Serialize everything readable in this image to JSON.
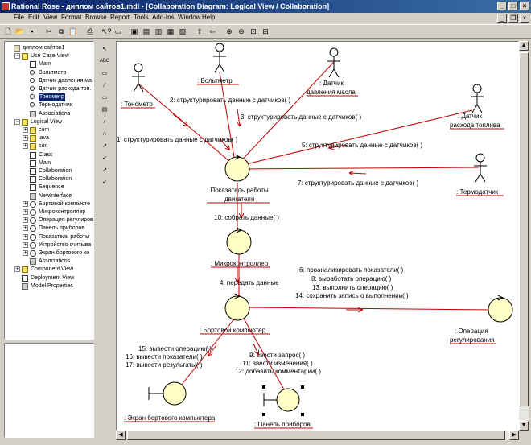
{
  "window": {
    "title": "Rational Rose - диплом сайтов1.mdl - [Collaboration Diagram: Logical View / Collaboration]"
  },
  "menu": [
    "File",
    "Edit",
    "View",
    "Format",
    "Browse",
    "Report",
    "Tools",
    "Add-Ins",
    "Window",
    "Help"
  ],
  "palette": {
    "text_tool": "ABC"
  },
  "tree": [
    {
      "label": "диплом сайтов1",
      "icon": "model",
      "indent": 0,
      "exp": ""
    },
    {
      "label": "Use Case View",
      "icon": "folder",
      "indent": 1,
      "exp": "-"
    },
    {
      "label": "Main",
      "icon": "diagram",
      "indent": 2,
      "exp": ""
    },
    {
      "label": "Вольтметр",
      "icon": "actor",
      "indent": 2,
      "exp": ""
    },
    {
      "label": "Датчик давления ма",
      "icon": "actor",
      "indent": 2,
      "exp": ""
    },
    {
      "label": "Датчик расхода топ.",
      "icon": "actor",
      "indent": 2,
      "exp": ""
    },
    {
      "label": "Тонометр",
      "icon": "actor",
      "indent": 2,
      "exp": "",
      "selected": true
    },
    {
      "label": "Термодатчик",
      "icon": "actor",
      "indent": 2,
      "exp": ""
    },
    {
      "label": "Associations",
      "icon": "misc",
      "indent": 2,
      "exp": ""
    },
    {
      "label": "Logical View",
      "icon": "folder",
      "indent": 1,
      "exp": "-"
    },
    {
      "label": "com",
      "icon": "folder",
      "indent": 2,
      "exp": "+"
    },
    {
      "label": "java",
      "icon": "folder",
      "indent": 2,
      "exp": "+"
    },
    {
      "label": "sun",
      "icon": "folder",
      "indent": 2,
      "exp": "+"
    },
    {
      "label": "Class",
      "icon": "diagram",
      "indent": 2,
      "exp": ""
    },
    {
      "label": "Main",
      "icon": "diagram",
      "indent": 2,
      "exp": ""
    },
    {
      "label": "Collaboration",
      "icon": "diagram",
      "indent": 2,
      "exp": ""
    },
    {
      "label": "Collaboration",
      "icon": "diagram",
      "indent": 2,
      "exp": ""
    },
    {
      "label": "Sequence",
      "icon": "diagram",
      "indent": 2,
      "exp": ""
    },
    {
      "label": "NewInterface",
      "icon": "misc",
      "indent": 2,
      "exp": ""
    },
    {
      "label": "Бортовой компьюте",
      "icon": "circle",
      "indent": 2,
      "exp": "+"
    },
    {
      "label": "Микроконтроллер",
      "icon": "circle",
      "indent": 2,
      "exp": "+"
    },
    {
      "label": "Операция регулиров",
      "icon": "circle",
      "indent": 2,
      "exp": "+"
    },
    {
      "label": "Панель приборов",
      "icon": "circle",
      "indent": 2,
      "exp": "+"
    },
    {
      "label": "Показатель работы",
      "icon": "circle",
      "indent": 2,
      "exp": "+"
    },
    {
      "label": "Устройство считыва",
      "icon": "circle",
      "indent": 2,
      "exp": "+"
    },
    {
      "label": "Экран бортового ко",
      "icon": "circle",
      "indent": 2,
      "exp": "+"
    },
    {
      "label": "Associations",
      "icon": "misc",
      "indent": 2,
      "exp": ""
    },
    {
      "label": "Component View",
      "icon": "folder",
      "indent": 1,
      "exp": "+"
    },
    {
      "label": "Deployment View",
      "icon": "diagram",
      "indent": 1,
      "exp": ""
    },
    {
      "label": "Model Properties",
      "icon": "misc",
      "indent": 1,
      "exp": ""
    }
  ],
  "diagram": {
    "objects": {
      "tonometr": ": Тонометр",
      "voltmetr": ": Вольтметр",
      "datchik_masla_1": ": Датчик",
      "datchik_masla_2": "давления масла",
      "datchik_topliva_1": ": Датчик",
      "datchik_topliva_2": "расхода топлива",
      "termodatchik": ": Термодатчик",
      "pokazatel_1": ": Показатель работы",
      "pokazatel_2": "двигателя",
      "mikrokontroller": ": Микроконтроллер",
      "bortovoi": ": Бортовой компьютер",
      "operaciya_1": ": Операция",
      "operaciya_2": "регулирования",
      "ekran": ": Экран бортового компьютера",
      "panel": ": Панель приборов"
    },
    "messages": {
      "m1": "1: структурировать данные с датчиков( )",
      "m2": "2: структурировать данные с датчиков( )",
      "m3": "3: структурировать данные с датчиков( )",
      "m5": "5: структурировать данные с датчиков( )",
      "m7": "7: структурировать данные с датчиков( )",
      "m10": "10: собрать данные( )",
      "m4": "4: передать данные",
      "m6": "6: проанализировать показатели( )",
      "m8": "8: выработать операцию( )",
      "m13": "13: выполнить операцию( )",
      "m14": "14: сохранить запись о выполнении( )",
      "m15": "15: вывести операцию( )",
      "m16": "16: вывести показатели( )",
      "m17": "17: вывести результаты( )",
      "m9": "9: ввести запрос( )",
      "m11": "11: ввести изменения( )",
      "m12": "12: добавить комментарии( )"
    }
  }
}
